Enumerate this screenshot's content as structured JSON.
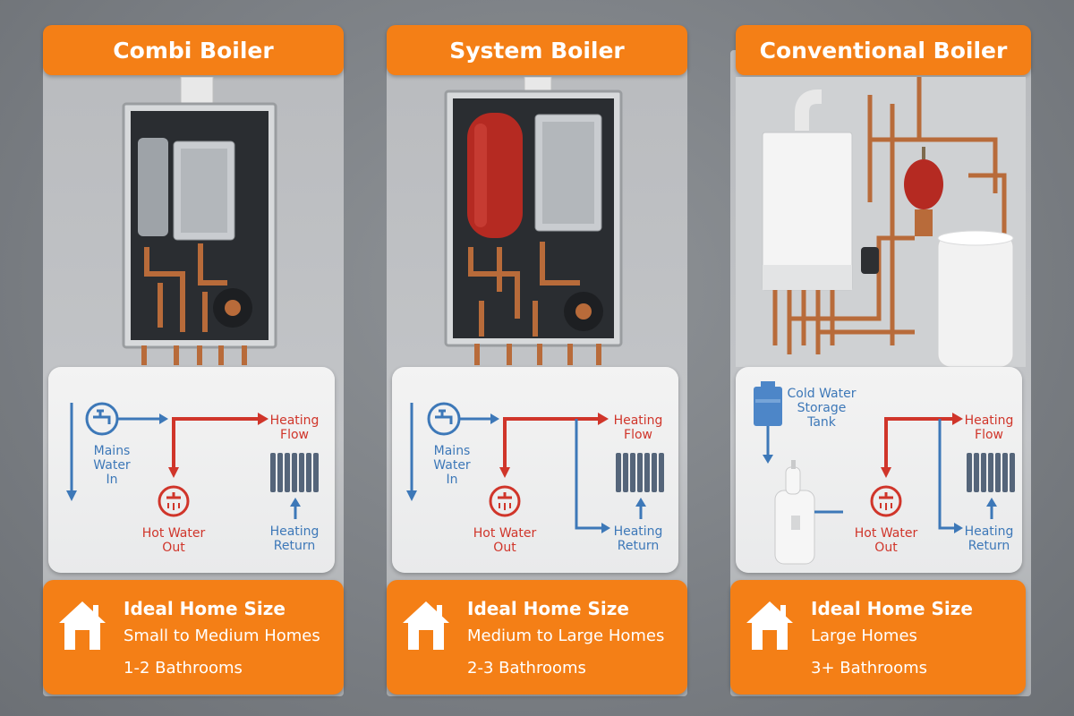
{
  "columns": [
    {
      "title": "Combi Boiler",
      "labels": {
        "water_in": "Mains\nWater\nIn",
        "heating_flow": "Heating\nFlow",
        "hot_water": "Hot Water\nOut",
        "heating_return": "Heating\nReturn"
      },
      "card": {
        "title": "Ideal Home Size",
        "size": "Small to Medium Homes",
        "bathrooms": "1-2 Bathrooms"
      }
    },
    {
      "title": "System Boiler",
      "labels": {
        "water_in": "Mains\nWater\nIn",
        "heating_flow": "Heating\nFlow",
        "hot_water": "Hot Water\nOut",
        "heating_return": "Heating\nReturn"
      },
      "card": {
        "title": "Ideal Home Size",
        "size": "Medium to Large Homes",
        "bathrooms": "2-3 Bathrooms"
      }
    },
    {
      "title": "Conventional Boiler",
      "labels": {
        "water_in": "Cold Water\nStorage\nTank",
        "heating_flow": "Heating\nFlow",
        "hot_water": "Hot Water\nOut",
        "heating_return": "Heating\nReturn"
      },
      "card": {
        "title": "Ideal Home Size",
        "size": "Large Homes",
        "bathrooms": "3+ Bathrooms"
      }
    }
  ],
  "colors": {
    "accent": "#f47f16",
    "flow_red": "#d0352a",
    "water_blue": "#3d78b8",
    "copper": "#b86b3a"
  }
}
